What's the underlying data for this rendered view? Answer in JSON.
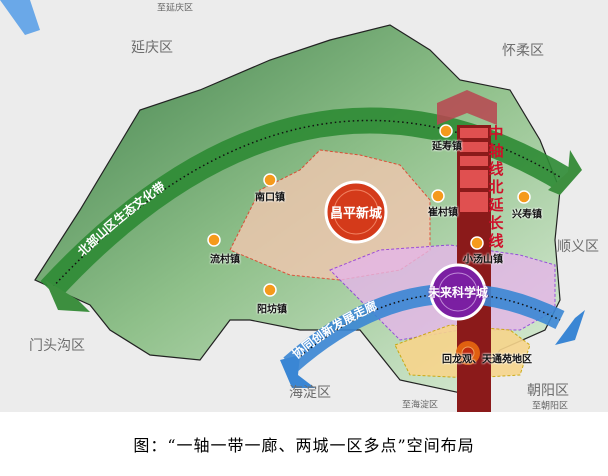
{
  "map": {
    "districts": [
      {
        "name": "至延庆区",
        "type": "pointer"
      },
      {
        "name": "延庆区",
        "type": "district"
      },
      {
        "name": "怀柔区",
        "type": "district"
      },
      {
        "name": "顺义区",
        "type": "district"
      },
      {
        "name": "门头沟区",
        "type": "district"
      },
      {
        "name": "海淀区",
        "type": "district"
      },
      {
        "name": "至海淀区",
        "type": "pointer"
      },
      {
        "name": "朝阳区",
        "type": "district"
      },
      {
        "name": "至朝阳区",
        "type": "pointer"
      }
    ],
    "towns": [
      "延寿镇",
      "南口镇",
      "崔村镇",
      "兴寿镇",
      "流村镇",
      "小汤山镇",
      "阳坊镇"
    ],
    "cities": {
      "new_city": "昌平新城",
      "science_city": "未来科学城",
      "area": "回龙观、天通苑地区"
    },
    "bands": {
      "green": "北部山区生态文化带",
      "blue": "协同创新发展走廊",
      "axis": "中轴线北延长线"
    },
    "colors": {
      "green_band": "#2e8b34",
      "blue_band": "#3a86d4",
      "axis": "#8b1a1a",
      "new_city": "#d43a1a",
      "science_city": "#7b1fa2",
      "town_dot": "#f59a1c",
      "mountain": "#4e9a5a"
    }
  },
  "caption": "图：“一轴一带一廊、两城一区多点”空间布局"
}
